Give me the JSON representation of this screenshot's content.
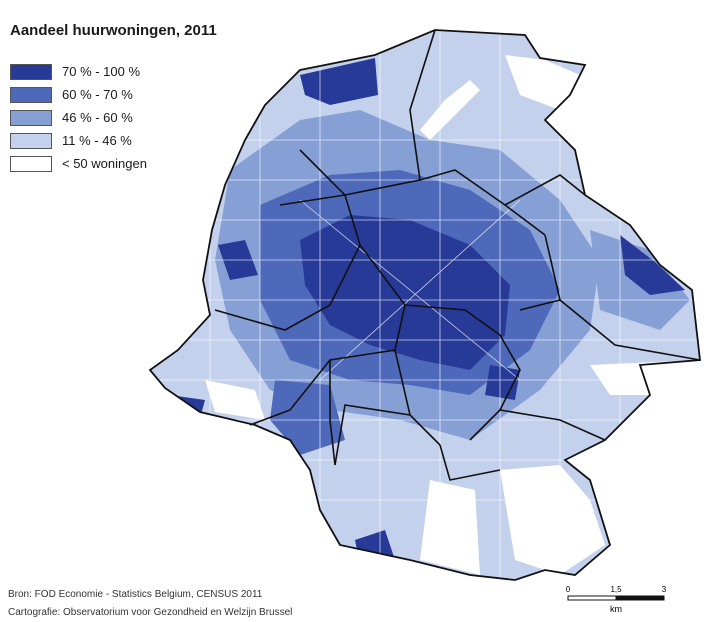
{
  "map": {
    "title": "Aandeel huurwoningen, 2011",
    "legend": [
      {
        "label": "70 % - 100 %",
        "color": "#283a97"
      },
      {
        "label": "60 % - 70 %",
        "color": "#4e69ba"
      },
      {
        "label": "46 % - 60 %",
        "color": "#869fd5"
      },
      {
        "label": "11 % - 46 %",
        "color": "#c4d1ec"
      },
      {
        "label": "< 50 woningen",
        "color": "#ffffff"
      }
    ],
    "source": "Bron: FOD Economie - Statistics Belgium, CENSUS 2011",
    "credit": "Cartografie: Observatorium voor Gezondheid en Welzijn Brussel",
    "scale": {
      "ticks": [
        "0",
        "1,5",
        "3"
      ],
      "unit": "km"
    }
  }
}
